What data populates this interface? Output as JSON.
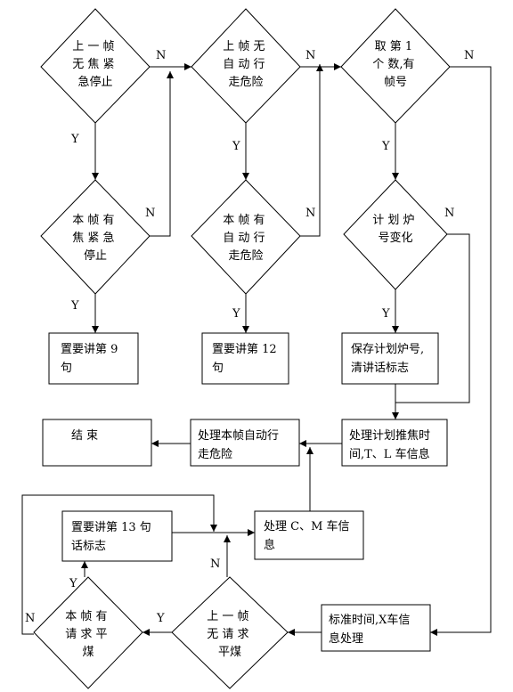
{
  "nodes": {
    "d_prev_coke_stop": {
      "lines": [
        "上 一 帧",
        "无 焦 紧",
        "急停止"
      ]
    },
    "d_prev_auto_danger": {
      "lines": [
        "上 帧 无",
        "自 动 行",
        "走危险"
      ]
    },
    "d_take_first": {
      "lines": [
        "取 第  1",
        "个 数,有",
        "帧号"
      ]
    },
    "d_cur_coke_stop": {
      "lines": [
        "本 帧 有",
        "焦 紧 急",
        "停止"
      ]
    },
    "d_cur_auto_danger": {
      "lines": [
        "本 帧 有",
        "自 动 行",
        "走危险"
      ]
    },
    "d_plan_furnace_change": {
      "lines": [
        "计 划 炉",
        "号变化"
      ]
    },
    "p_set_say_9": {
      "lines": [
        "置要讲第  9",
        "句"
      ]
    },
    "p_set_say_12": {
      "lines": [
        "置要讲第  12",
        "句"
      ]
    },
    "p_save_plan_furnace": {
      "lines": [
        "保存计划炉号,",
        "清讲话标志"
      ]
    },
    "p_end": {
      "lines": [
        "结    束"
      ]
    },
    "p_handle_auto_danger": {
      "lines": [
        "处理本帧自动行",
        "走危险"
      ]
    },
    "p_handle_push_time": {
      "lines": [
        "处理计划推焦时",
        "间,T、L 车信息"
      ]
    },
    "p_set_say_13": {
      "lines": [
        "置要讲第  13  句",
        "话标志"
      ]
    },
    "p_handle_cm": {
      "lines": [
        "处理  C、M 车信",
        "息"
      ]
    },
    "d_cur_coal_req": {
      "lines": [
        "本  帧  有",
        "请  求  平",
        "煤"
      ]
    },
    "d_prev_coal_req": {
      "lines": [
        "上  一  帧",
        "无  请  求",
        "平煤"
      ]
    },
    "p_std_time_x": {
      "lines": [
        "标准时间,X车信",
        "息处理"
      ]
    }
  },
  "edge_labels": {
    "yes": "Y",
    "no": "N"
  }
}
